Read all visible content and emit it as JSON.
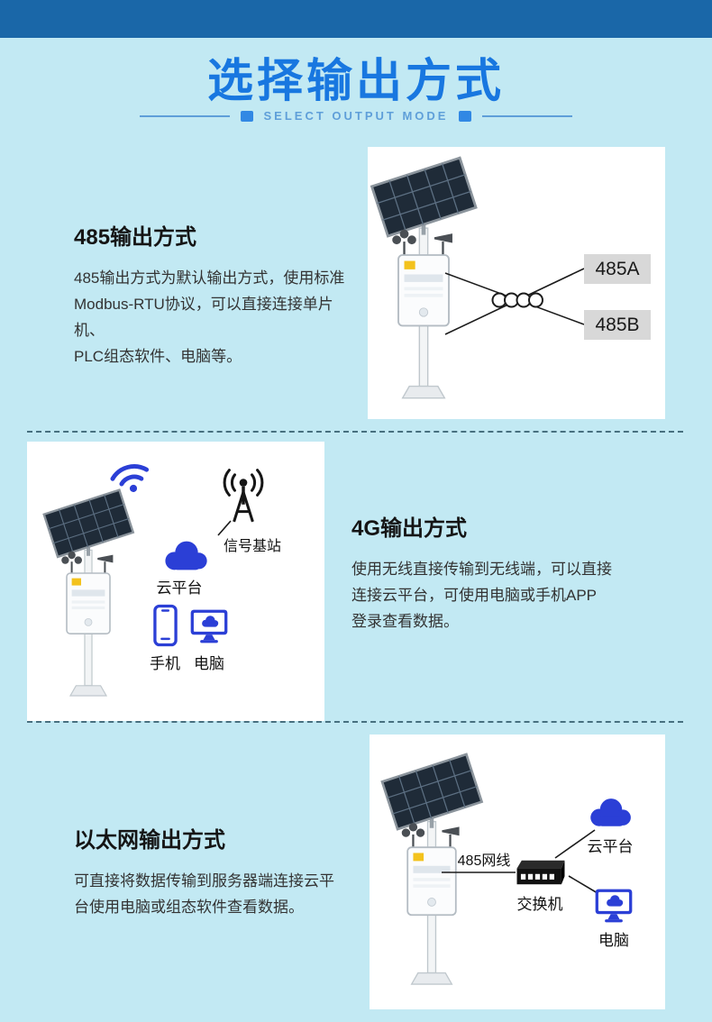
{
  "header": {
    "title": "选择输出方式",
    "subtitle": "SELECT OUTPUT MODE"
  },
  "section_485": {
    "heading": "485输出方式",
    "body": "485输出方式为默认输出方式，使用标准\nModbus-RTU协议，可以直接连接单片机、\nPLC组态软件、电脑等。",
    "label_485a": "485A",
    "label_485b": "485B"
  },
  "section_4g": {
    "heading": "4G输出方式",
    "body": "使用无线直接传输到无线端，可以直接\n连接云平台，可使用电脑或手机APP\n登录查看数据。",
    "label_base_station": "信号基站",
    "label_cloud": "云平台",
    "label_phone": "手机",
    "label_computer": "电脑"
  },
  "section_ethernet": {
    "heading": "以太网输出方式",
    "body": "可直接将数据传输到服务器端连接云平\n台使用电脑或组态软件查看数据。",
    "label_cable": "485网线",
    "label_switch": "交换机",
    "label_cloud": "云平台",
    "label_computer": "电脑"
  },
  "icons": {
    "weather_station": "weather-station-icon",
    "wifi": "wifi-icon",
    "signal_tower": "signal-tower-icon",
    "cloud": "cloud-icon",
    "smartphone": "smartphone-icon",
    "monitor": "monitor-icon",
    "network_switch": "network-switch-icon",
    "twisted_pair": "twisted-pair-coil-icon"
  },
  "colors": {
    "background": "#c2e9f3",
    "top_bar": "#1a67a8",
    "title_blue": "#1877e0",
    "subtitle_blue": "#5f9fd9",
    "icon_blue": "#2b3fd6",
    "label_box_gray": "#d8d8d8"
  }
}
